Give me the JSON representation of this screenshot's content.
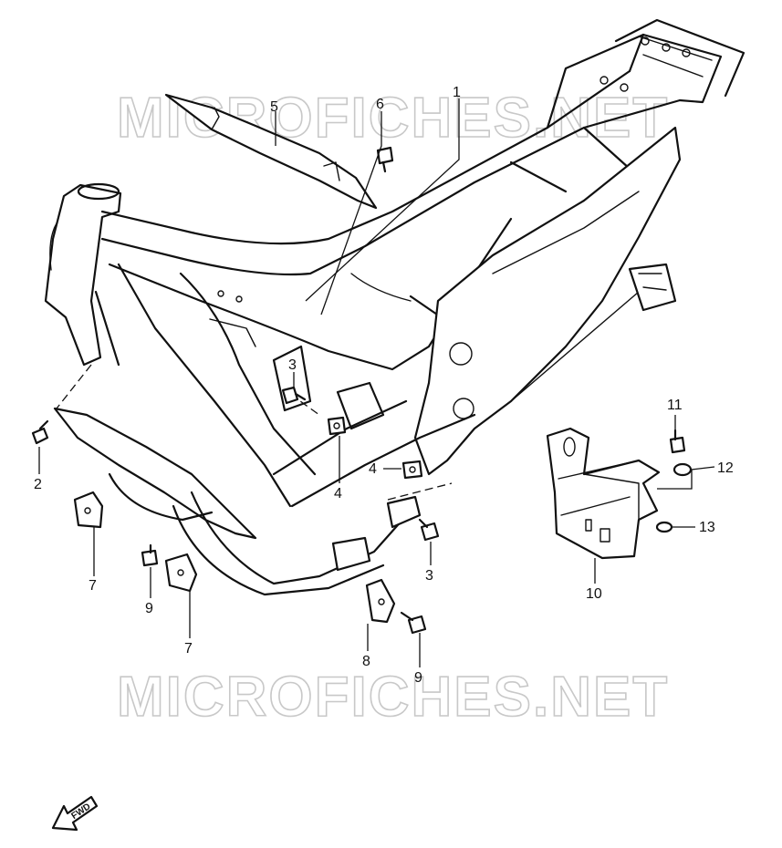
{
  "watermark": {
    "text": "MICROFICHES.NET"
  },
  "direction_indicator": {
    "text": "FWD"
  },
  "callouts": [
    {
      "id": "c1",
      "label": "1"
    },
    {
      "id": "c2",
      "label": "2"
    },
    {
      "id": "c3a",
      "label": "3"
    },
    {
      "id": "c3b",
      "label": "3"
    },
    {
      "id": "c4a",
      "label": "4"
    },
    {
      "id": "c4b",
      "label": "4"
    },
    {
      "id": "c5",
      "label": "5"
    },
    {
      "id": "c6",
      "label": "6"
    },
    {
      "id": "c7a",
      "label": "7"
    },
    {
      "id": "c7b",
      "label": "7"
    },
    {
      "id": "c8",
      "label": "8"
    },
    {
      "id": "c9a",
      "label": "9"
    },
    {
      "id": "c9b",
      "label": "9"
    },
    {
      "id": "c10",
      "label": "10"
    },
    {
      "id": "c11",
      "label": "11"
    },
    {
      "id": "c12",
      "label": "12"
    },
    {
      "id": "c13",
      "label": "13"
    }
  ]
}
